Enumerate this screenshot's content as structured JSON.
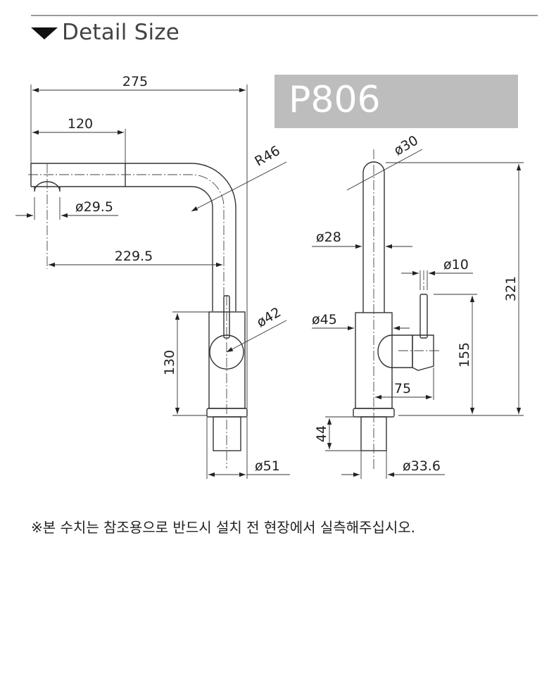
{
  "header": {
    "title": "Detail Size"
  },
  "model": {
    "code": "P806"
  },
  "side_view": {
    "dims": {
      "overall_length": "275",
      "spout_length": "120",
      "bend_radius": "R46",
      "outlet_diameter": "ø29.5",
      "reach": "229.5",
      "handle_diameter": "ø42",
      "body_height": "130",
      "base_diameter": "ø51"
    }
  },
  "front_view": {
    "dims": {
      "top_diameter": "ø30",
      "pipe_diameter": "ø28",
      "lever_diameter": "ø10",
      "total_height": "321",
      "body_diameter": "ø45",
      "handle_height": "155",
      "handle_projection": "75",
      "shank_length": "44",
      "shank_diameter": "ø33.6"
    }
  },
  "note": "※본 수치는 참조용으로 반드시 설치 전 현장에서 실측해주십시오."
}
